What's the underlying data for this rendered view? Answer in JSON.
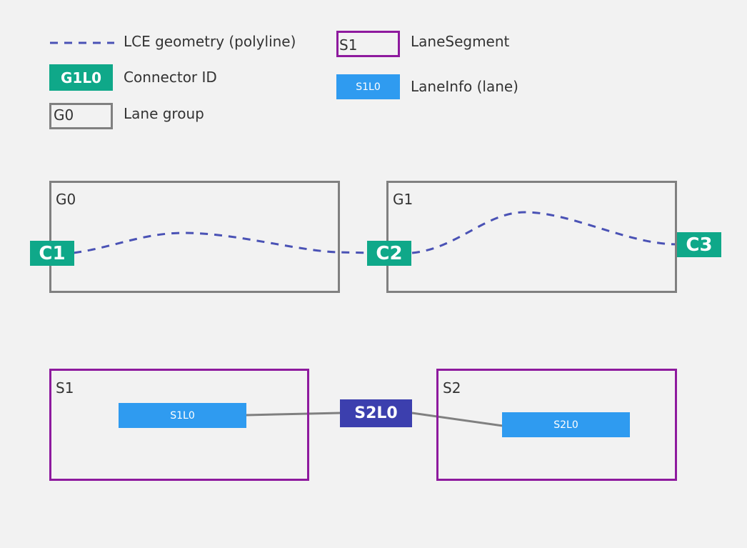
{
  "legend": {
    "polyline_label": "LCE geometry (polyline)",
    "connector_badge": "G1L0",
    "connector_label": "Connector ID",
    "group_box": "G0",
    "group_label": "Lane group",
    "segment_box": "S1",
    "segment_label": "LaneSegment",
    "laneinfo_box": "S1L0",
    "laneinfo_label": "LaneInfo (lane)"
  },
  "groups": [
    {
      "label": "G0"
    },
    {
      "label": "G1"
    }
  ],
  "connectors": [
    {
      "label": "C1"
    },
    {
      "label": "C2"
    },
    {
      "label": "C3"
    }
  ],
  "segments": [
    {
      "label": "S1",
      "lane": "S1L0"
    },
    {
      "label": "S2",
      "lane": "S2L0"
    }
  ],
  "segment_connector": {
    "label": "S2L0"
  },
  "colors": {
    "background": "#f2f2f2",
    "connector": "#0fa889",
    "group_border": "#808080",
    "segment_border": "#8e1a9e",
    "lane_info": "#2f9bf0",
    "segment_connector": "#3c3fae",
    "polyline": "#4a52b5"
  }
}
